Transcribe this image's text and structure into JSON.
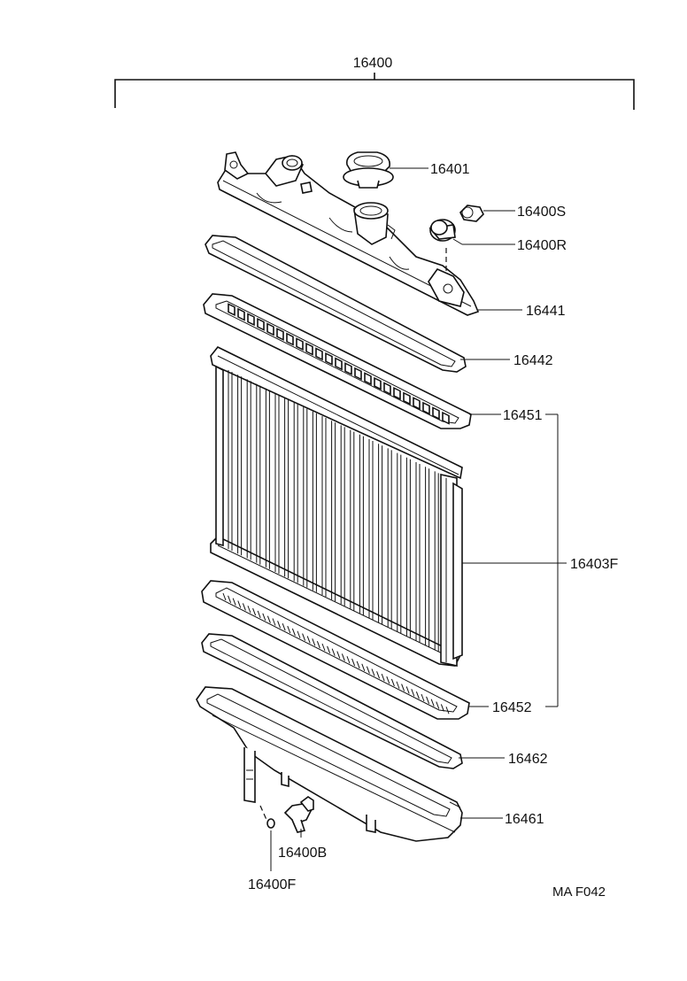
{
  "diagram": {
    "assembly_label": "16400",
    "drawing_code": "MA F042",
    "parts": [
      {
        "id": "cap",
        "label": "16401"
      },
      {
        "id": "plug",
        "label": "16400S"
      },
      {
        "id": "grommet",
        "label": "16400R"
      },
      {
        "id": "upper-tank",
        "label": "16441"
      },
      {
        "id": "upper-gasket",
        "label": "16442"
      },
      {
        "id": "upper-plate",
        "label": "16451"
      },
      {
        "id": "core",
        "label": "16403F"
      },
      {
        "id": "lower-plate",
        "label": "16452"
      },
      {
        "id": "lower-gasket",
        "label": "16462"
      },
      {
        "id": "lower-tank",
        "label": "16461"
      },
      {
        "id": "drain-cock",
        "label": "16400B"
      },
      {
        "id": "o-ring",
        "label": "16400F"
      }
    ]
  }
}
